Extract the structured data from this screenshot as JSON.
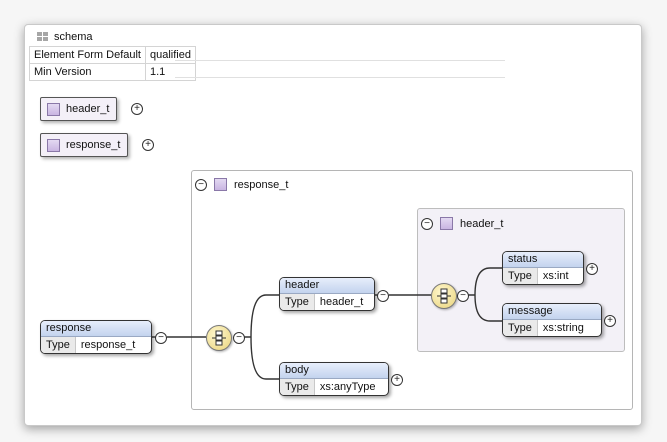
{
  "schema": {
    "title": "schema",
    "properties": [
      {
        "name": "Element Form Default",
        "value": "qualified"
      },
      {
        "name": "Min Version",
        "value": "1.1"
      }
    ]
  },
  "top_types": [
    {
      "name": "header_t",
      "toggle": "+"
    },
    {
      "name": "response_t",
      "toggle": "+"
    }
  ],
  "response_t_frame": {
    "title": "response_t",
    "toggle": "−"
  },
  "header_t_frame": {
    "title": "header_t",
    "toggle": "−"
  },
  "elements": {
    "response": {
      "name": "response",
      "type_label": "Type",
      "type": "response_t",
      "toggle": "−"
    },
    "header": {
      "name": "header",
      "type_label": "Type",
      "type": "header_t",
      "toggle": "−"
    },
    "body": {
      "name": "body",
      "type_label": "Type",
      "type": "xs:anyType",
      "toggle": "+"
    },
    "status": {
      "name": "status",
      "type_label": "Type",
      "type": "xs:int",
      "toggle": "+"
    },
    "message": {
      "name": "message",
      "type_label": "Type",
      "type": "xs:string",
      "toggle": "+"
    }
  },
  "sequence_toggle": "−",
  "icons": {
    "schema": "grid-icon",
    "complex_type": "complex-type-icon",
    "sequence": "sequence-compositor-icon"
  }
}
